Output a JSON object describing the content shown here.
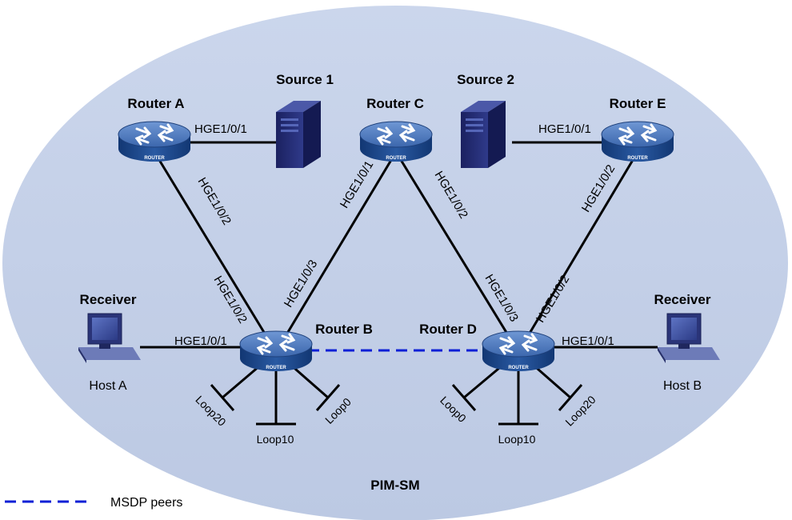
{
  "domain_label": "PIM-SM",
  "legend": {
    "msdp_label": "MSDP peers"
  },
  "routers": {
    "a": {
      "name": "Router A",
      "tag": "ROUTER"
    },
    "b": {
      "name": "Router B",
      "tag": "ROUTER"
    },
    "c": {
      "name": "Router C",
      "tag": "ROUTER"
    },
    "d": {
      "name": "Router D",
      "tag": "ROUTER"
    },
    "e": {
      "name": "Router E",
      "tag": "ROUTER"
    }
  },
  "sources": {
    "s1": {
      "name": "Source 1"
    },
    "s2": {
      "name": "Source 2"
    }
  },
  "hosts": {
    "a": {
      "role": "Receiver",
      "name": "Host A"
    },
    "b": {
      "role": "Receiver",
      "name": "Host B"
    }
  },
  "ports": {
    "a_to_s1": "HGE1/0/1",
    "a_to_b": "HGE1/0/2",
    "b_from_a": "HGE1/0/2",
    "b_to_c": "HGE1/0/3",
    "b_to_host": "HGE1/0/1",
    "c_to_b": "HGE1/0/1",
    "c_to_d": "HGE1/0/2",
    "d_from_c": "HGE1/0/3",
    "d_to_e": "HGE1/0/2",
    "d_to_host": "HGE1/0/1",
    "e_to_s2": "HGE1/0/1",
    "e_to_d": "HGE1/0/2"
  },
  "loopbacks": {
    "b": {
      "left": "Loop20",
      "mid": "Loop10",
      "right": "Loop0"
    },
    "d": {
      "left": "Loop0",
      "mid": "Loop10",
      "right": "Loop20"
    }
  },
  "colors": {
    "domain_fill": "#c5d1e8",
    "router_body": "#1f4b8e",
    "router_top": "#4a76bb",
    "msdp_line": "#0b1fd6",
    "server_body": "#232a6e",
    "host_body": "#3d4a8c"
  }
}
